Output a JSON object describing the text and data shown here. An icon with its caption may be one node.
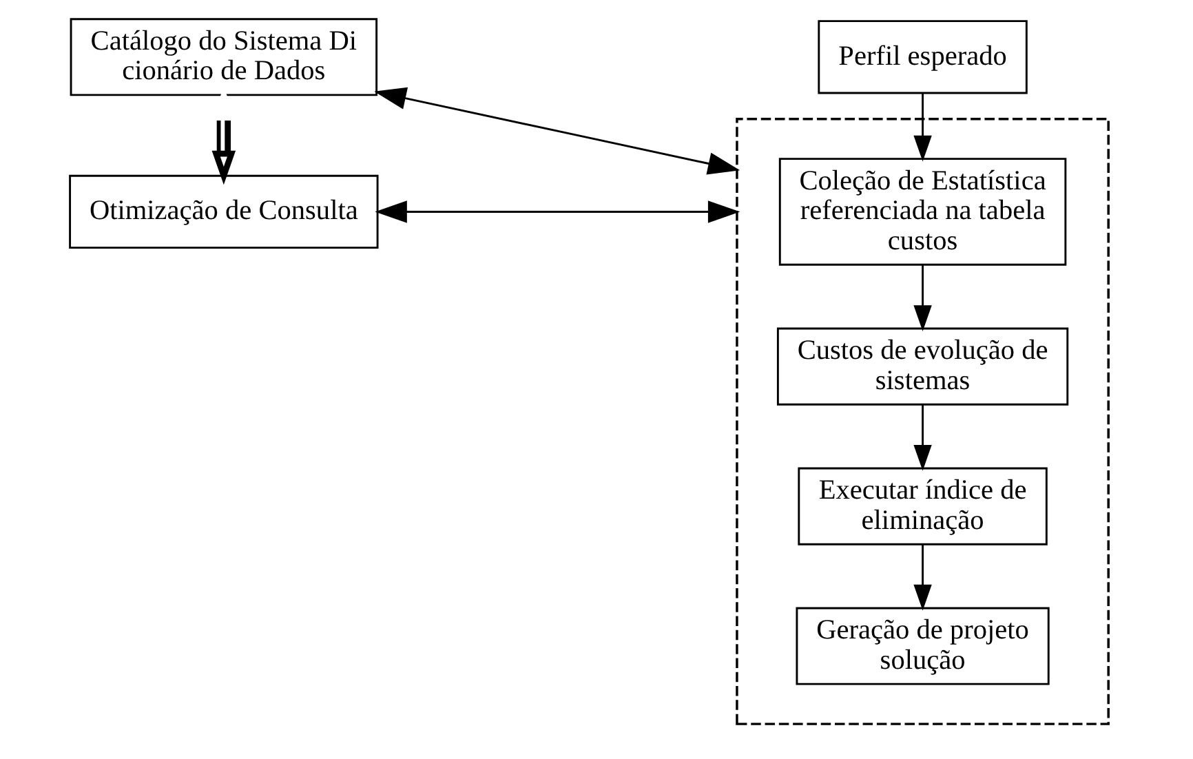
{
  "diagram": {
    "nodes": [
      {
        "text": [
          "Perfil esperado"
        ]
      },
      {
        "text": [
          "Catálogo do Sistema Di cionário de Dados"
        ]
      },
      {
        "text": [
          "Otimização de Consulta"
        ]
      },
      {
        "text": [],
        "shape": "box"
      },
      {
        "text": [
          "Coleção de Estatística referenciada na tabela custos"
        ],
        "in": 3
      },
      {
        "text": [
          "Custos de evolução de sistemas"
        ],
        "in": 3
      },
      {
        "text": [
          "Executar índice de eliminação"
        ],
        "in": 3
      },
      {
        "text": [
          "Geração de projeto solução"
        ],
        "in": 3
      }
    ],
    "edges": [
      {
        "from": 0,
        "to": 4,
        "arrow": "to"
      },
      {
        "from": 1,
        "to": 3,
        "arrow": "both"
      },
      {
        "from": 1,
        "to": 2,
        "arrow": "both",
        "style": "thick"
      },
      {
        "from": 2,
        "to": 3,
        "arrow": "both"
      },
      {
        "from": 4,
        "to": 5,
        "arrow": "to"
      },
      {
        "from": 5,
        "to": 6,
        "arrow": "to"
      },
      {
        "from": 6,
        "to": 7,
        "arrow": "to"
      }
    ]
  }
}
